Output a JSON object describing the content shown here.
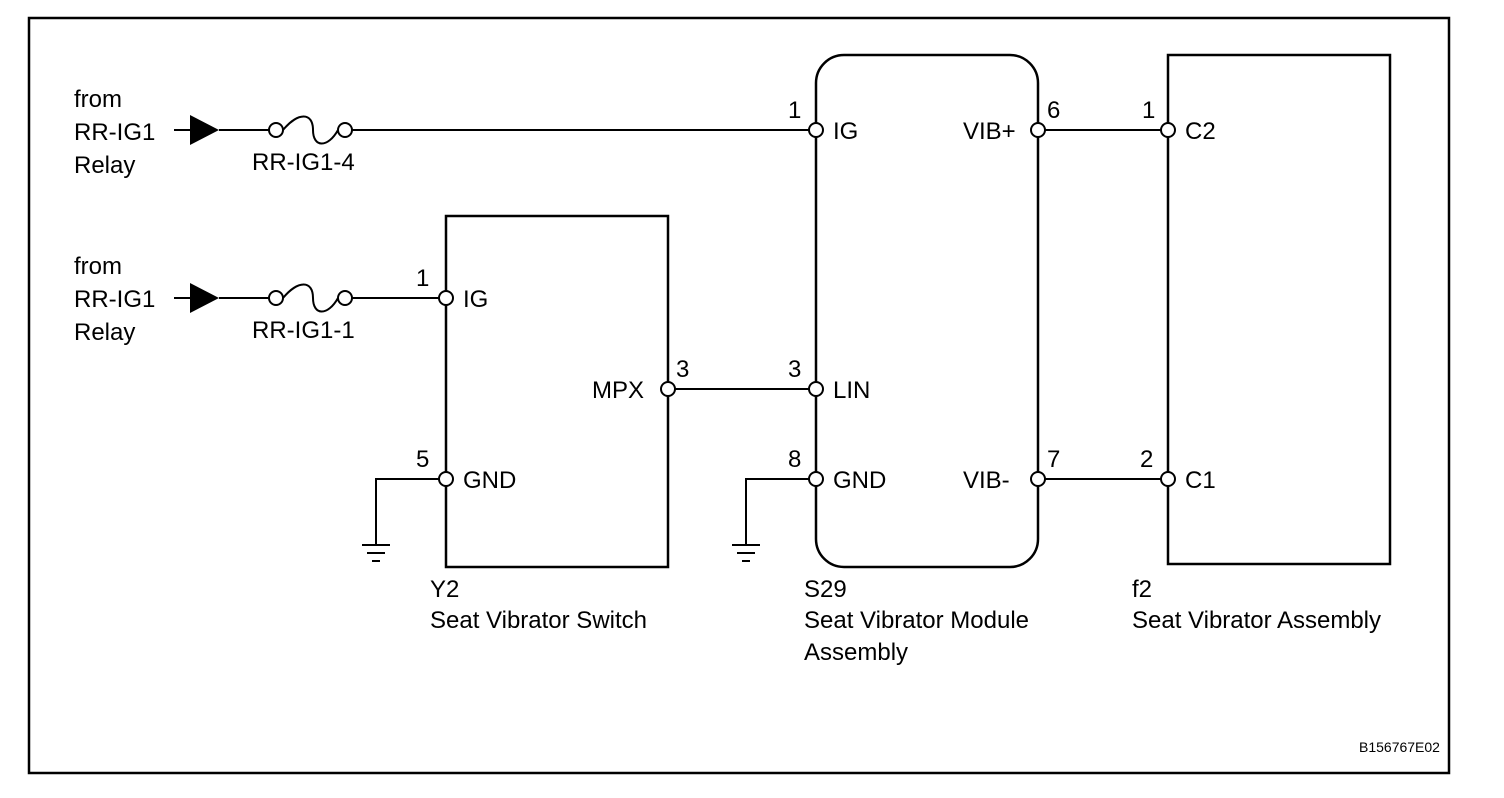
{
  "sources": {
    "top": {
      "line1": "from",
      "line2": "RR-IG1",
      "line3": "Relay"
    },
    "bottom": {
      "line1": "from",
      "line2": "RR-IG1",
      "line3": "Relay"
    }
  },
  "fuses": {
    "top": "RR-IG1-4",
    "bottom": "RR-IG1-1"
  },
  "switch": {
    "code": "Y2",
    "name": "Seat Vibrator Switch",
    "pin_ig": {
      "num": "1",
      "label": "IG"
    },
    "pin_gnd": {
      "num": "5",
      "label": "GND"
    },
    "pin_mpx": {
      "num": "3",
      "label": "MPX"
    }
  },
  "module": {
    "code": "S29",
    "name_line1": "Seat Vibrator Module",
    "name_line2": "Assembly",
    "pin_ig": {
      "num": "1",
      "label": "IG"
    },
    "pin_lin": {
      "num": "3",
      "label": "LIN"
    },
    "pin_gnd": {
      "num": "8",
      "label": "GND"
    },
    "pin_vibp": {
      "num": "6",
      "label": "VIB+"
    },
    "pin_vibm": {
      "num": "7",
      "label": "VIB-"
    }
  },
  "vibrator": {
    "code": "f2",
    "name": "Seat Vibrator Assembly",
    "pin_c2": {
      "num": "1",
      "label": "C2"
    },
    "pin_c1": {
      "num": "2",
      "label": "C1"
    }
  },
  "figure_id": "B156767E02"
}
